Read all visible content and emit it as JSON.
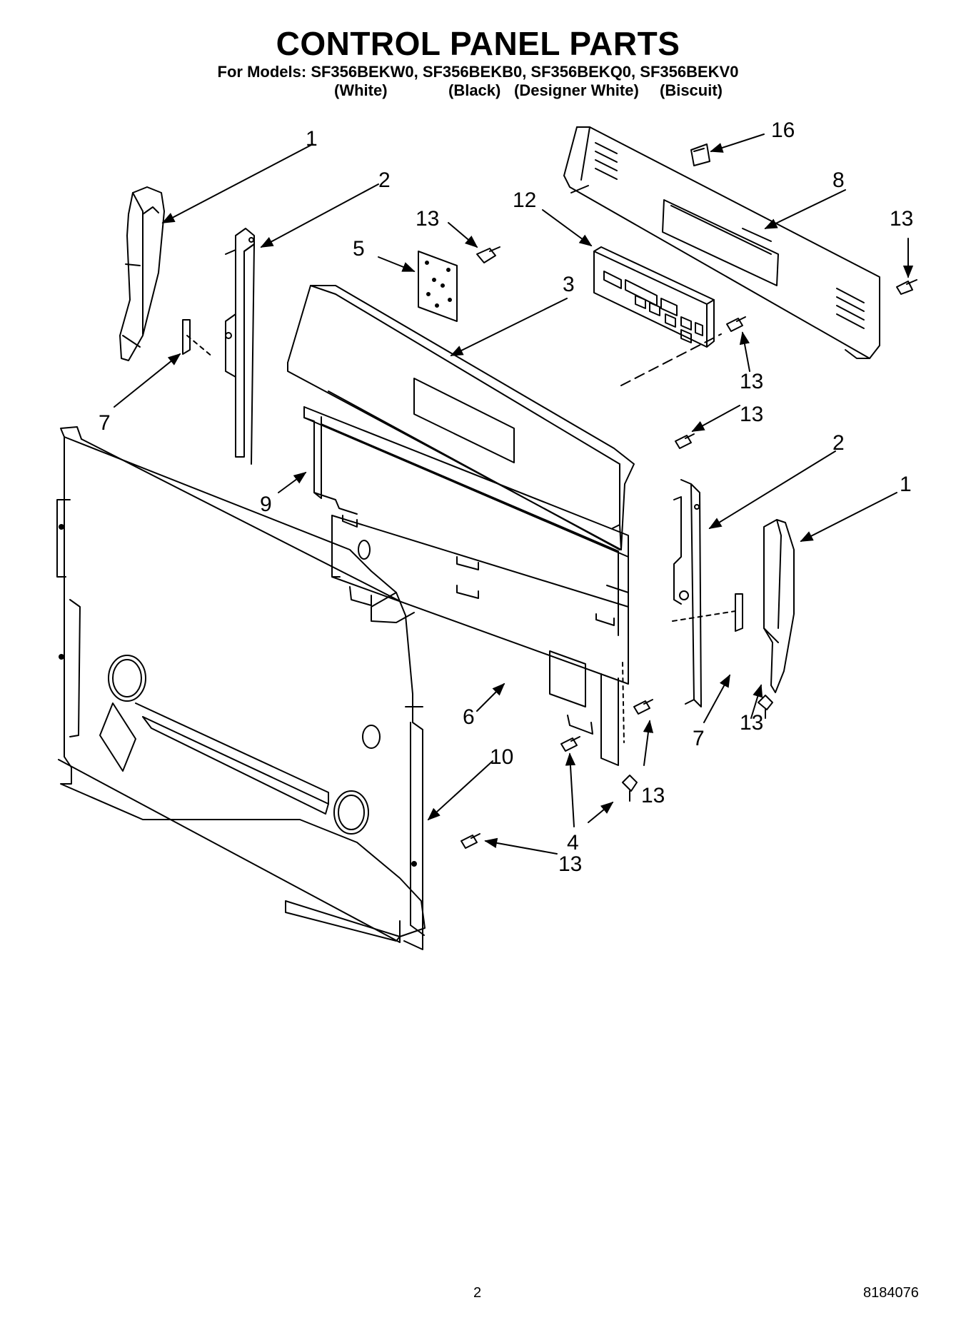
{
  "header": {
    "title": "CONTROL PANEL PARTS",
    "models_line": "For Models: SF356BEKW0, SF356BEKB0, SF356BEKQ0, SF356BEKV0",
    "colors": [
      "(White)",
      "(Black)",
      "(Designer White)",
      "(Biscuit)"
    ]
  },
  "callouts": [
    "1",
    "2",
    "13",
    "5",
    "12",
    "16",
    "8",
    "13",
    "3",
    "13",
    "7",
    "13",
    "9",
    "2",
    "1",
    "6",
    "13",
    "7",
    "10",
    "13",
    "4",
    "13"
  ],
  "footer": {
    "page_number": "2",
    "document_number": "8184076"
  }
}
